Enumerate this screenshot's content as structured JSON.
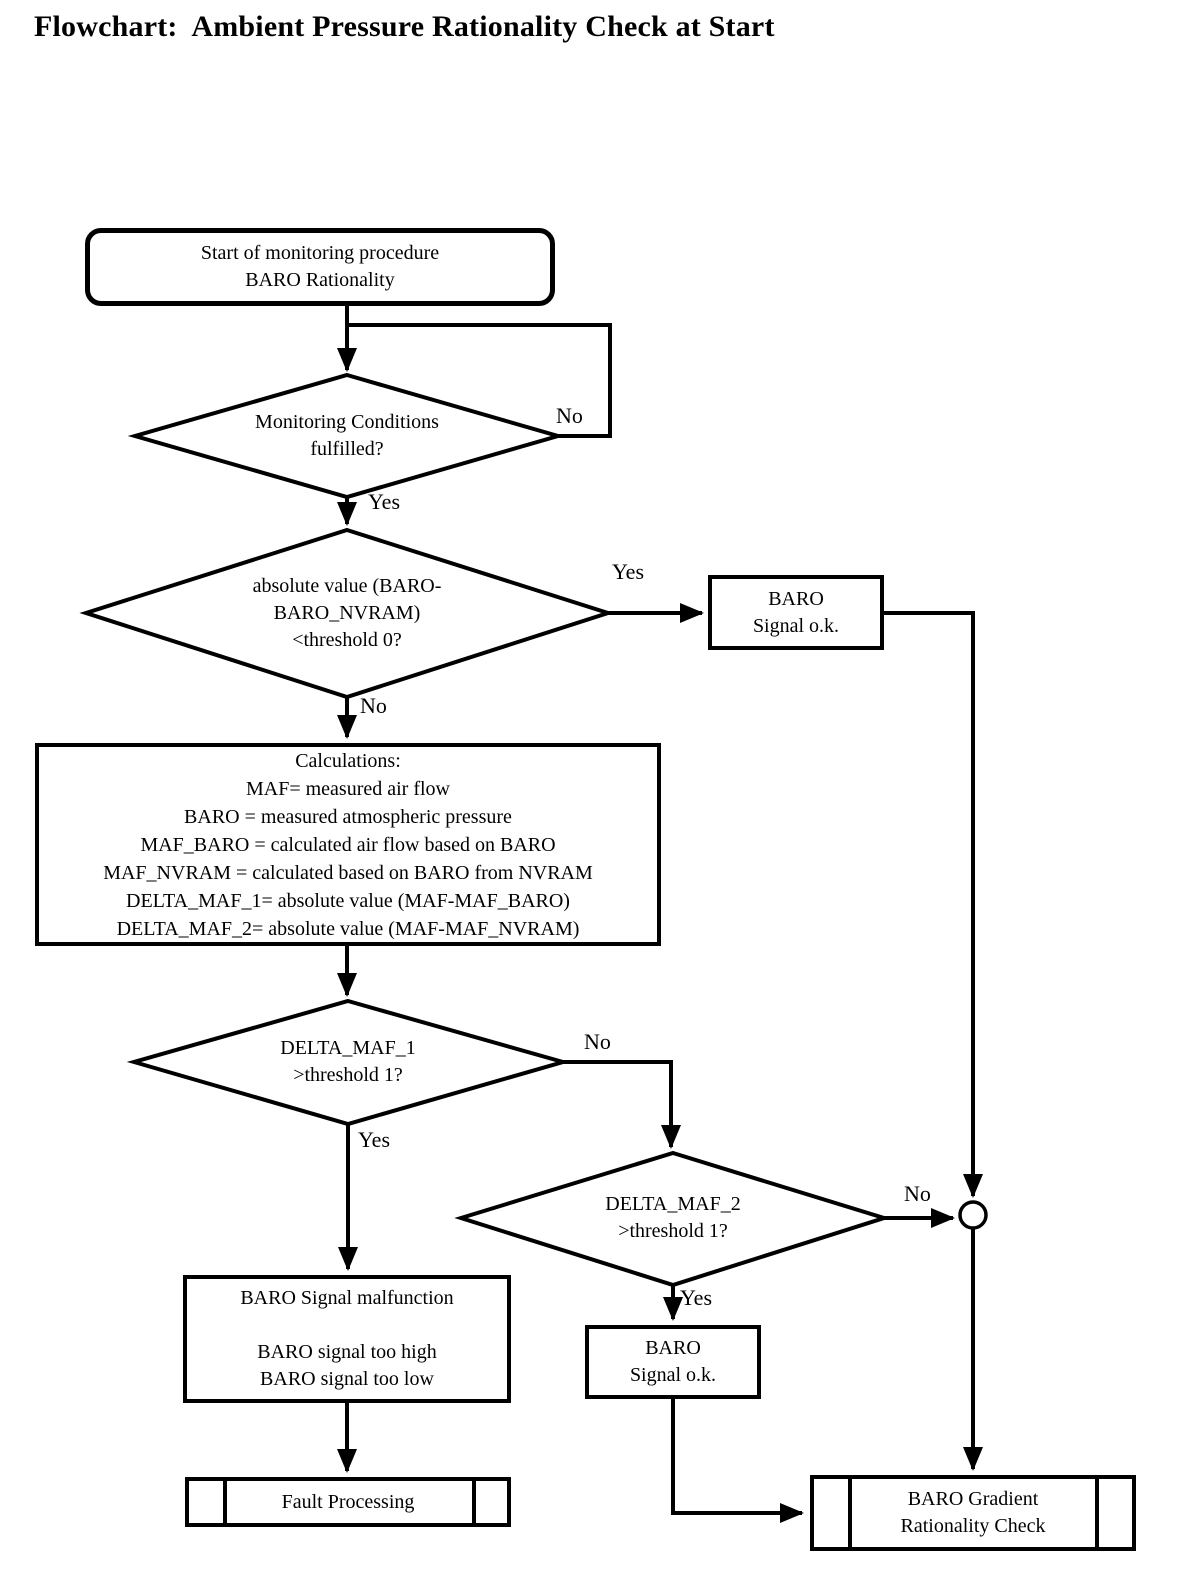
{
  "title": "Flowchart:  Ambient Pressure Rationality Check at Start",
  "nodes": {
    "start": {
      "text": "Start of monitoring procedure\nBARO Rationality"
    },
    "monitoring_conditions": {
      "text": "Monitoring Conditions\nfulfilled?"
    },
    "baro_nvram_check": {
      "text": "absolute value (BARO-\nBARO_NVRAM)\n<threshold 0?"
    },
    "baro_signal_ok_top": {
      "text": "BARO\nSignal o.k."
    },
    "calculations": {
      "text": "Calculations:\nMAF= measured air flow\nBARO = measured atmospheric pressure\nMAF_BARO = calculated air flow based on BARO\nMAF_NVRAM = calculated based on BARO from NVRAM\nDELTA_MAF_1= absolute value (MAF-MAF_BARO)\nDELTA_MAF_2= absolute value (MAF-MAF_NVRAM)"
    },
    "delta_maf_1": {
      "text": "DELTA_MAF_1\n>threshold 1?"
    },
    "delta_maf_2": {
      "text": "DELTA_MAF_2\n>threshold 1?"
    },
    "baro_signal_malfunction": {
      "text": "BARO Signal malfunction\n\nBARO signal too high\nBARO signal too low"
    },
    "baro_signal_ok_bottom": {
      "text": "BARO\nSignal o.k."
    },
    "fault_processing": {
      "text": "Fault Processing"
    },
    "baro_gradient_check": {
      "text": "BARO Gradient\nRationality Check"
    }
  },
  "labels": {
    "monitoring_no": "No",
    "monitoring_yes": "Yes",
    "nvram_yes": "Yes",
    "nvram_no": "No",
    "maf1_no": "No",
    "maf1_yes": "Yes",
    "maf2_no": "No",
    "maf2_yes": "Yes"
  },
  "colors": {
    "line": "#000000",
    "background": "#ffffff"
  }
}
